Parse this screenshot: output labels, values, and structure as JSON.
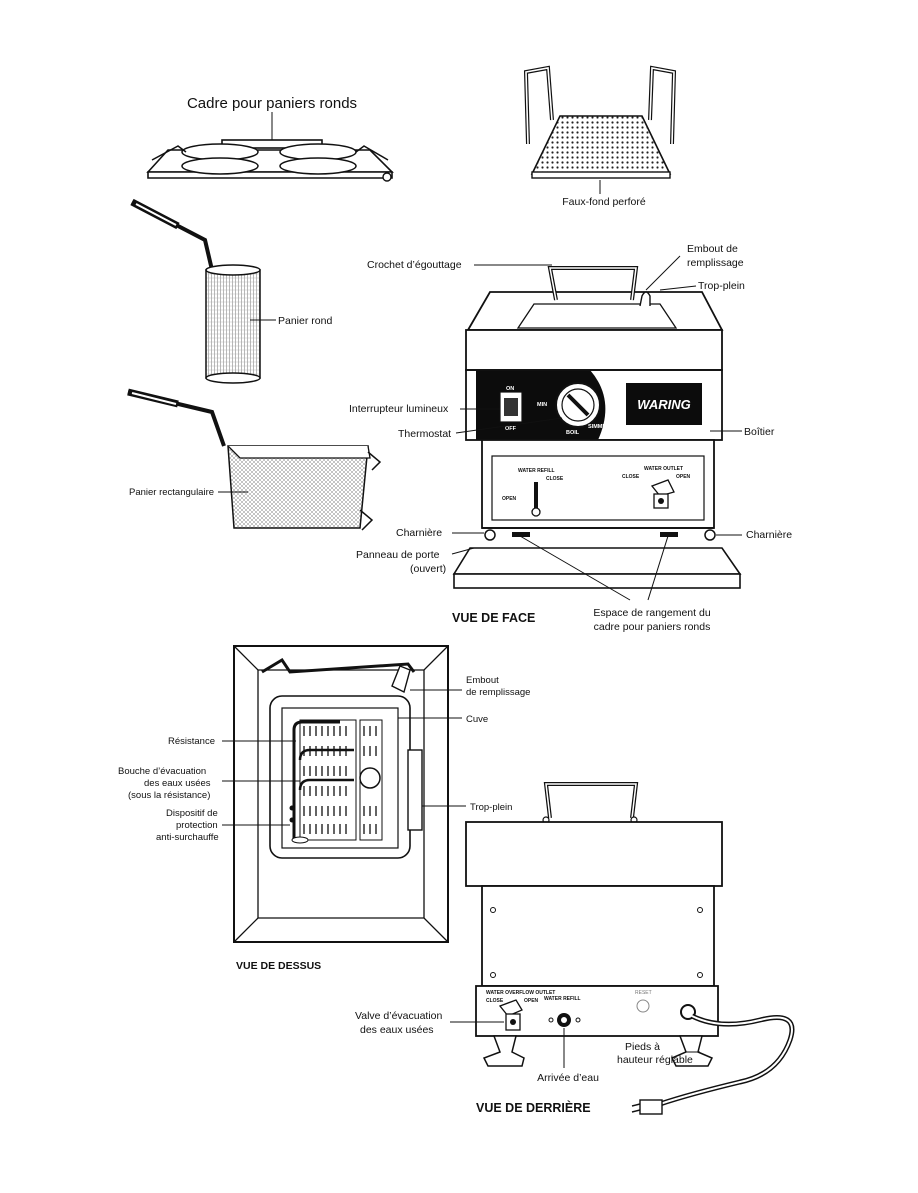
{
  "labels": {
    "cadre": "Cadre pour paniers ronds",
    "faux_fond": "Faux-fond perforé",
    "panier_rond": "Panier rond",
    "panier_rect": "Panier rectangulaire",
    "crochet": "Crochet d’égouttage",
    "embout_line1": "Embout de",
    "embout_line2": "remplissage",
    "trop_plein": "Trop-plein",
    "interrupteur": "Interrupteur lumineux",
    "thermostat": "Thermostat",
    "boitier": "Boîtier",
    "charniere_left": "Charnière",
    "charniere_right": "Charnière",
    "panneau_line1": "Panneau de porte",
    "panneau_line2": "(ouvert)",
    "espace_line1": "Espace de rangement du",
    "espace_line2": "cadre pour paniers ronds",
    "vue_face": "VUE DE FACE",
    "top_embout_line1": "Embout",
    "top_embout_line2": "de remplissage",
    "cuve": "Cuve",
    "resistance": "Résistance",
    "bouche_line1": "Bouche d’évacuation",
    "bouche_line2": "des eaux usées",
    "bouche_line3": "(sous la résistance)",
    "top_trop_plein": "Trop-plein",
    "dispositif_line1": "Dispositif de",
    "dispositif_line2": "protection",
    "dispositif_line3": "anti-surchauffe",
    "vue_dessus": "VUE DE DESSUS",
    "valve_line1": "Valve d’évacuation",
    "valve_line2": "des eaux usées",
    "pieds_line1": "Pieds à",
    "pieds_line2": "hauteur réglable",
    "arrivee": "Arrivée d’eau",
    "vue_derriere": "VUE DE DERRIÈRE"
  },
  "panel_text": {
    "on": "ON",
    "off": "OFF",
    "min": "MIN",
    "boil": "BOIL",
    "simmer": "SIMMER",
    "brand": "WARING",
    "water_refill": "WATER REFILL",
    "close": "CLOSE",
    "open": "OPEN",
    "water_outlet": "WATER OUTLET",
    "rear_outlet": "WATER OVERFLOW OUTLET",
    "rear_refill": "WATER REFILL",
    "reset": "RESET"
  },
  "colors": {
    "ink": "#111111",
    "panel": "#0c0c0c",
    "steel": "#e9e9e9",
    "mesh": "#c8c8c8"
  }
}
